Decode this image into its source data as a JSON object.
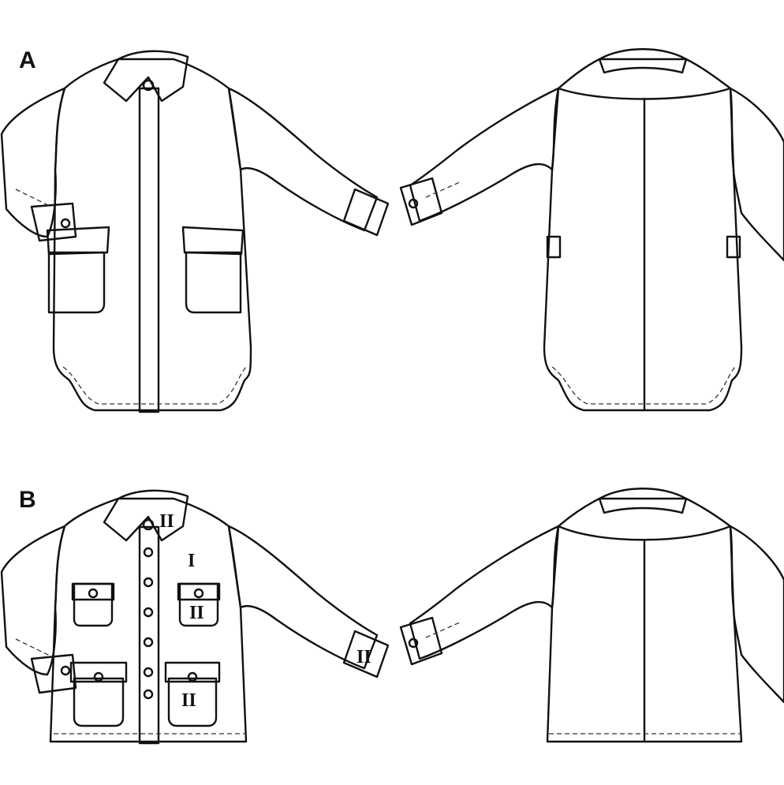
{
  "views": [
    {
      "id": "A",
      "label": "A"
    },
    {
      "id": "B",
      "label": "B"
    }
  ],
  "fabric_labels": {
    "collar_b": "II",
    "body_b": "I",
    "upper_right_pocket_b": "II",
    "lower_right_pocket_b": "II",
    "cuff_b": "II"
  },
  "colors": {
    "line": "#111111",
    "back_fill": "#d2d2d2",
    "back_collar_fill": "#bdbdbd",
    "contrast_fill": "#e6e6e6",
    "front_fill": "#ffffff"
  }
}
